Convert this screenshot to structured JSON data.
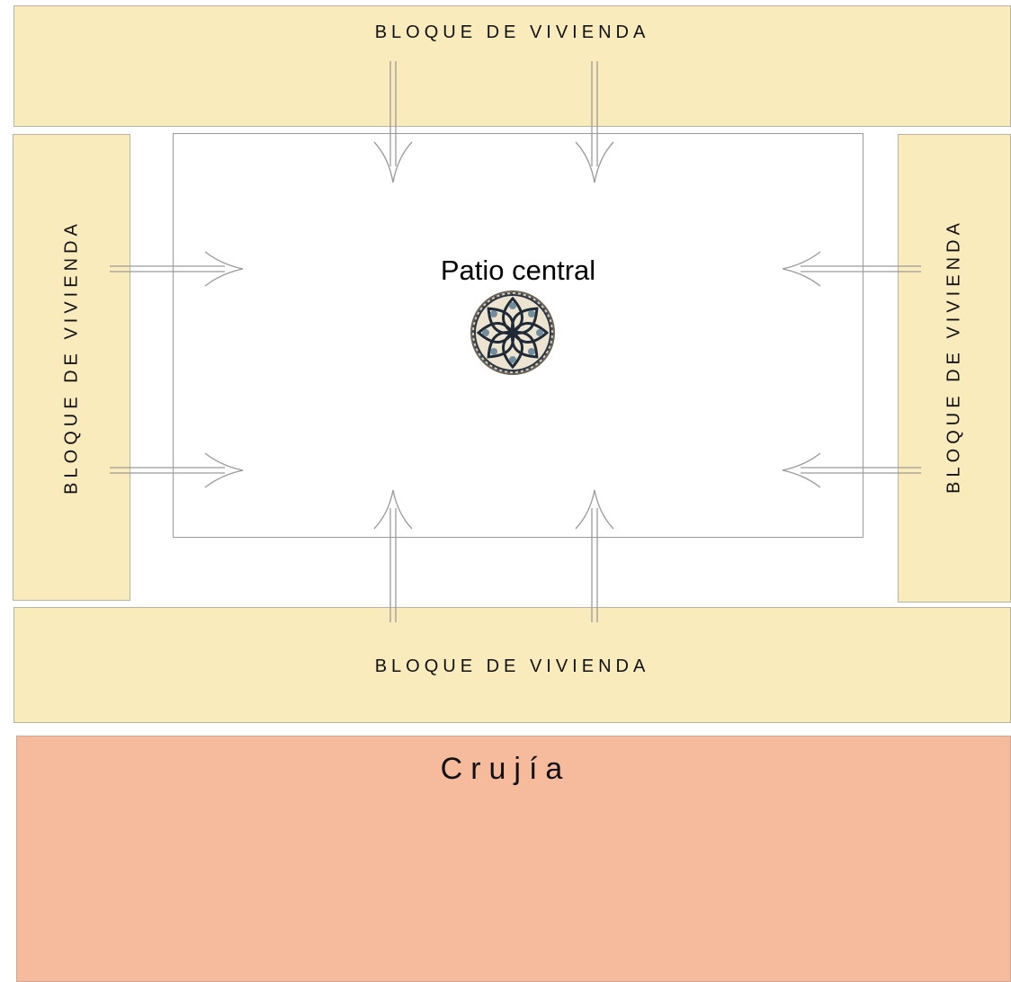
{
  "blocks": {
    "top_label": "BLOQUE DE VIVIENDA",
    "bottom_label": "BLOQUE DE VIVIENDA",
    "left_label": "BLOQUE DE VIVIENDA",
    "right_label": "BLOQUE DE VIVIENDA"
  },
  "patio": {
    "title": "Patio central"
  },
  "crujia": {
    "title": "Crujía"
  },
  "colors": {
    "housing_fill": "#f9ebbc",
    "crujia_fill": "#f5bb9c",
    "arrow_stroke": "#9a9a9a"
  },
  "icons": {
    "center_emblem": "ornamental-rosette-icon"
  }
}
